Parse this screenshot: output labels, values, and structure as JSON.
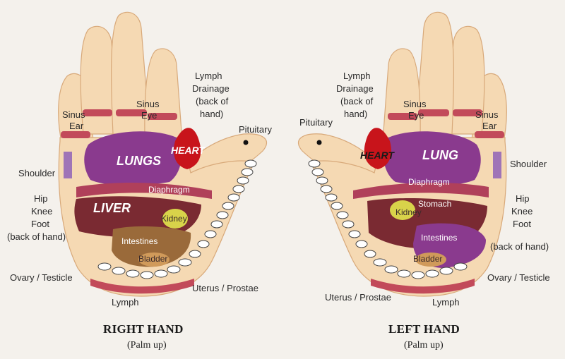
{
  "colors": {
    "skin": "#f5d9b3",
    "skin_shadow": "#e8bf92",
    "lungs": "#8a3a8e",
    "liver": "#7a2a32",
    "heart": "#c8141b",
    "diaphragm": "#b0405a",
    "kidney": "#d8d34a",
    "intestines": "#9a6a3a",
    "spine": "#ffffff",
    "band": "#c24a5a"
  },
  "right": {
    "title": "RIGHT HAND",
    "subtitle": "(Palm up)",
    "labels": {
      "sinus": "Sinus",
      "ear": "Ear",
      "sinus_eye_1": "Sinus",
      "sinus_eye_2": "Eye",
      "lymph_drainage": [
        "Lymph",
        "Drainage",
        "(back of",
        "hand)"
      ],
      "pituitary": "Pituitary",
      "shoulder": "Shoulder",
      "hip_knee": [
        "Hip",
        "Knee",
        "Foot",
        "(back of hand)"
      ],
      "ovary": "Ovary / Testicle",
      "lymph": "Lymph",
      "uterus": "Uterus / Prostae"
    },
    "organs": {
      "lungs": "LUNGS",
      "heart": "HEART",
      "liver": "LIVER",
      "diaphragm": "Diaphragm",
      "kidney": "Kidney",
      "intestines": "Intestines",
      "bladder": "Bladder"
    }
  },
  "left": {
    "title": "LEFT HAND",
    "subtitle": "(Palm up)",
    "labels": {
      "lymph_drainage": [
        "Lymph",
        "Drainage",
        "(back of",
        "hand)"
      ],
      "pituitary": "Pituitary",
      "sinus_eye_1": "Sinus",
      "sinus_eye_2": "Eye",
      "sinus": "Sinus",
      "ear": "Ear",
      "shoulder": "Shoulder",
      "hip_knee": [
        "Hip",
        "Knee",
        "Foot",
        "(back of hand)"
      ],
      "ovary": "Ovary / Testicle",
      "uterus": "Uterus / Prostae",
      "lymph": "Lymph"
    },
    "organs": {
      "lung": "LUNG",
      "heart": "HEART",
      "diaphragm": "Diaphragm",
      "kidney": "Kidney",
      "stomach": "Stomach",
      "intestines": "Intestines",
      "bladder": "Bladder"
    }
  }
}
